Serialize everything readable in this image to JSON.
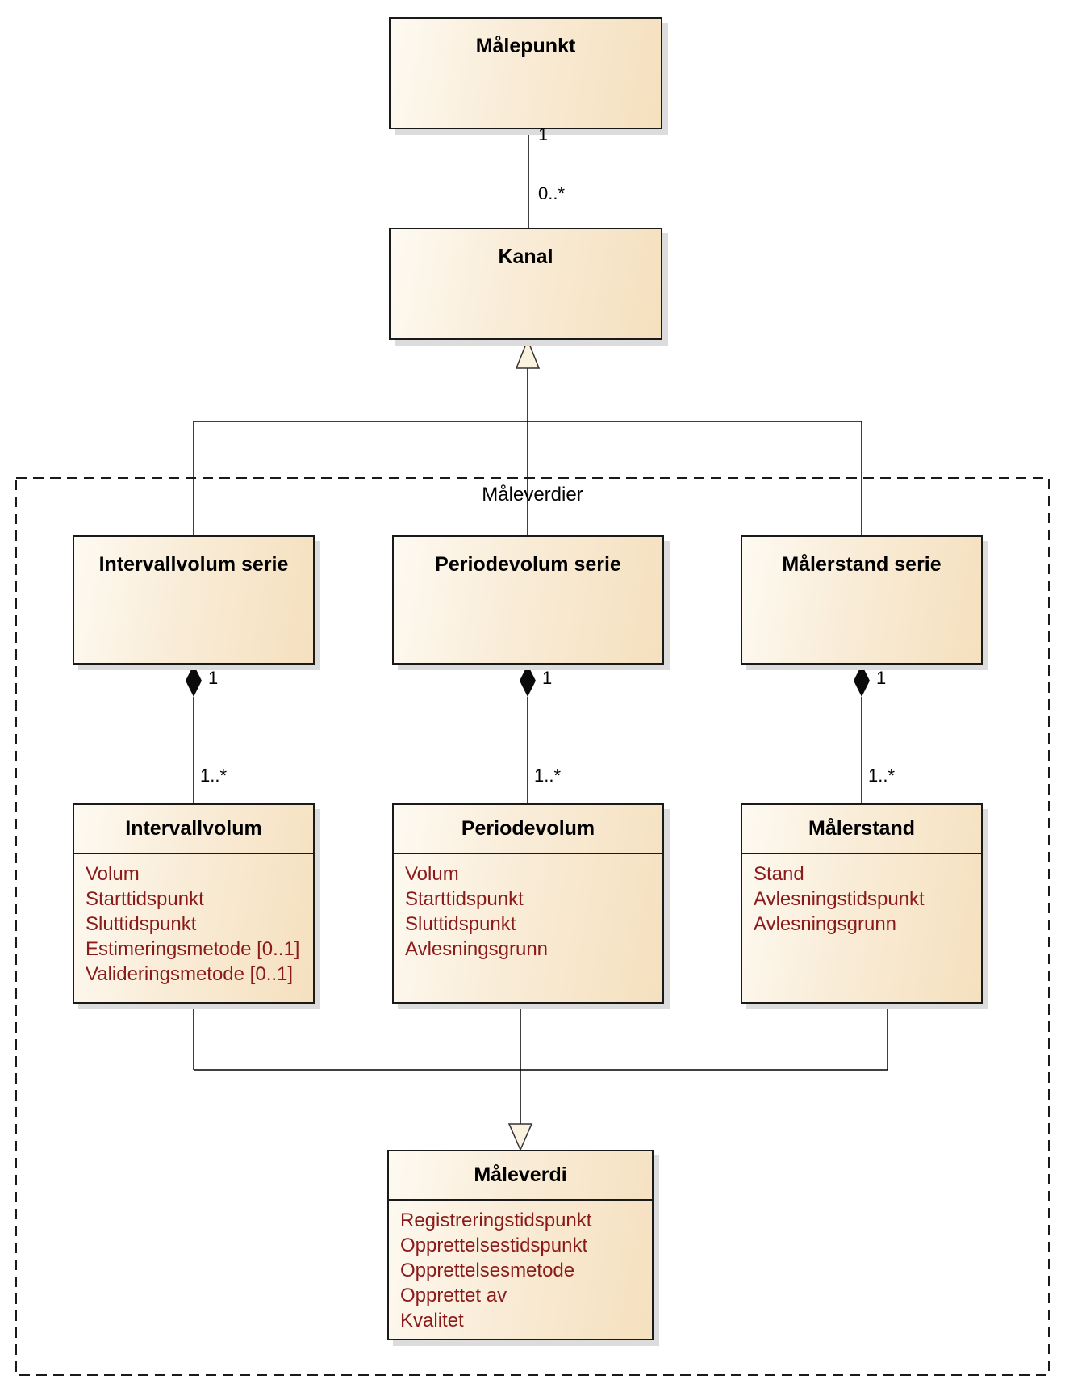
{
  "diagram": {
    "frame_label": "Måleverdier",
    "classes": {
      "malepunkt": {
        "title": "Målepunkt",
        "attributes": []
      },
      "kanal": {
        "title": "Kanal",
        "attributes": []
      },
      "intervallvolum_serie": {
        "title": "Intervallvolum serie",
        "attributes": []
      },
      "periodevolum_serie": {
        "title": "Periodevolum serie",
        "attributes": []
      },
      "malerstand_serie": {
        "title": "Målerstand serie",
        "attributes": []
      },
      "intervallvolum": {
        "title": "Intervallvolum",
        "attributes": [
          "Volum",
          "Starttidspunkt",
          "Sluttidspunkt",
          "Estimeringsmetode [0..1]",
          "Valideringsmetode [0..1]"
        ]
      },
      "periodevolum": {
        "title": "Periodevolum",
        "attributes": [
          "Volum",
          "Starttidspunkt",
          "Sluttidspunkt",
          "Avlesningsgrunn"
        ]
      },
      "malerstand": {
        "title": "Målerstand",
        "attributes": [
          "Stand",
          "Avlesningstidspunkt",
          "Avlesningsgrunn"
        ]
      },
      "maleverdi": {
        "title": "Måleverdi",
        "attributes": [
          "Registreringstidspunkt",
          "Opprettelsestidspunkt",
          "Opprettelsesmetode",
          "Opprettet av",
          "Kvalitet"
        ]
      }
    },
    "multiplicities": {
      "malepunkt_kanal": {
        "source": "1",
        "target": "0..*"
      },
      "serie_intervallvolum": {
        "source": "1",
        "target": "1..*"
      },
      "serie_periodevolum": {
        "source": "1",
        "target": "1..*"
      },
      "serie_malerstand": {
        "source": "1",
        "target": "1..*"
      }
    },
    "colors": {
      "box_fill_light": "#FEFAF2",
      "box_fill_dark": "#F5E0BE",
      "attribute_text": "#8B1A1A",
      "border": "#1A1A1A",
      "shadow": "#DCDCDC",
      "line": "#000000",
      "arrow_fill": "#FBF2E0"
    }
  }
}
